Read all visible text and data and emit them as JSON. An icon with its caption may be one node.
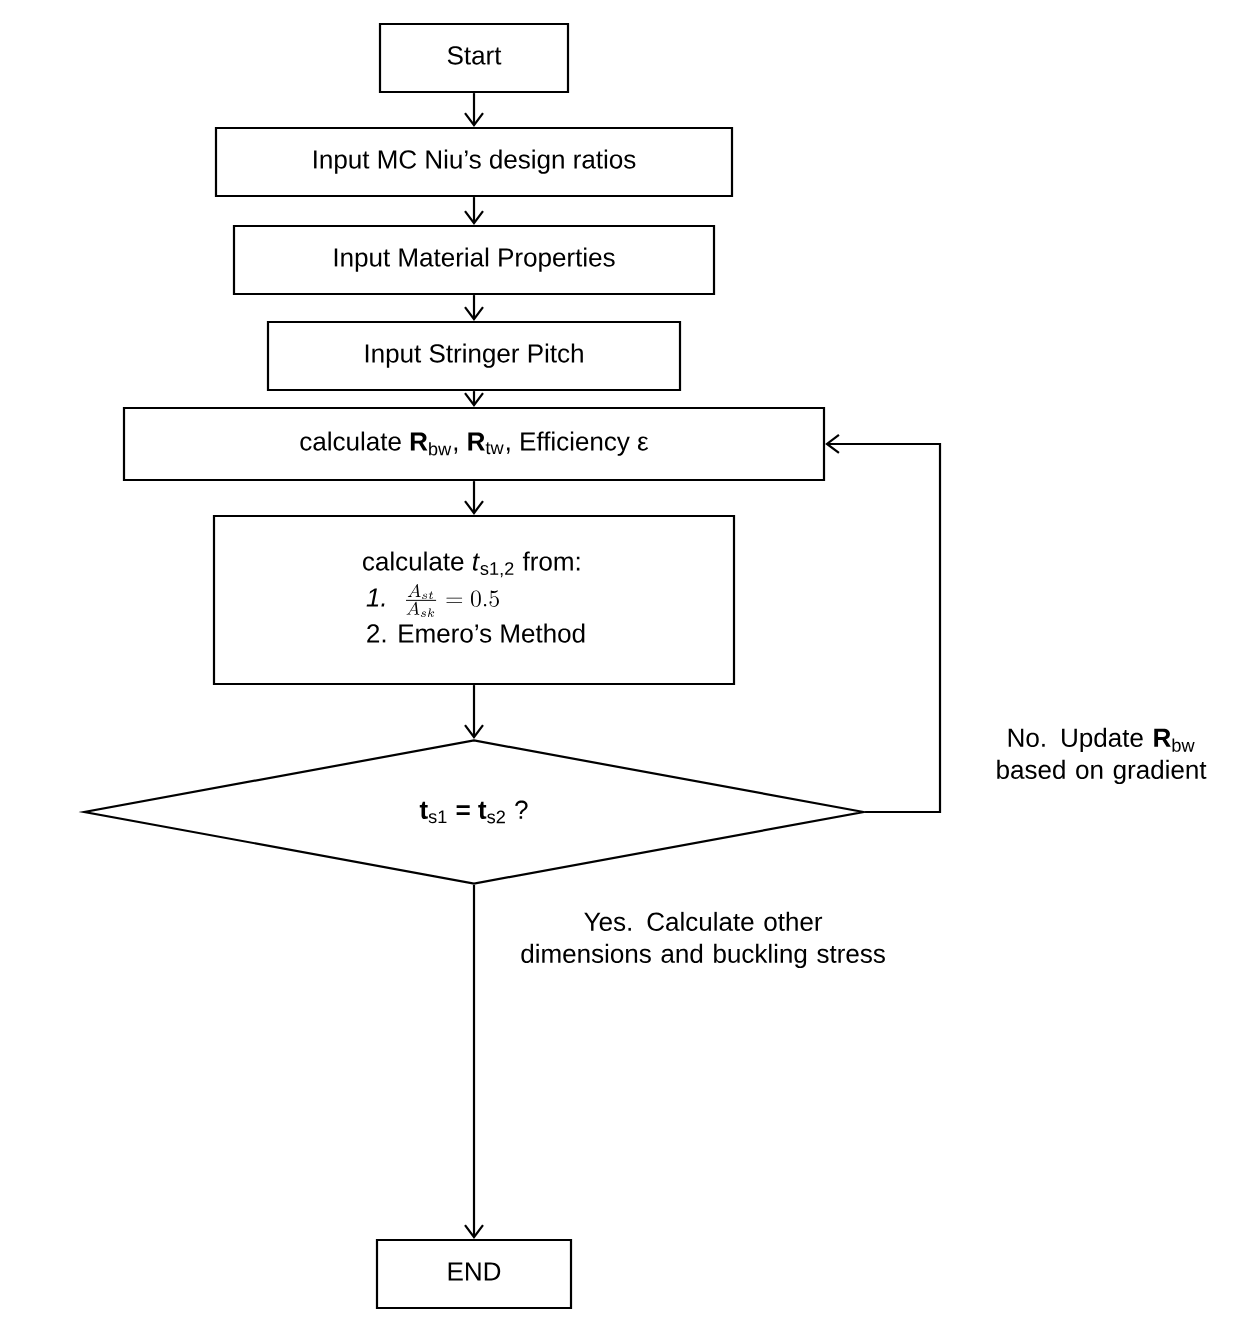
{
  "diagram": {
    "nodes": [
      {
        "text": [
          "Start"
        ]
      },
      {
        "text": [
          "Input MC Niu’s design ratios"
        ]
      },
      {
        "text": [
          "Input Material Properties"
        ]
      },
      {
        "text": [
          "Input Stringer Pitch"
        ]
      },
      {
        "text": [
          "calculate **R**$_{bw}$, **R**$_{tw}$, Efficiency ε"
        ]
      },
      {
        "text": [
          "calculate *t*$_{s1,2}$ from:",
          "1.",
          "\\frac{A_{st}}{A_{sk}}=0.5",
          "2. Emero’s Method"
        ]
      },
      {
        "text": [
          "**t**$_{s1}$ **=** **t**$_{s2}$ ?"
        ]
      },
      {
        "text": [
          "END"
        ]
      }
    ],
    "edges": [
      {
        "from": 0,
        "to": 1,
        "arrow": "to"
      },
      {
        "from": 1,
        "to": 2,
        "arrow": "to"
      },
      {
        "from": 2,
        "to": 3,
        "arrow": "to"
      },
      {
        "from": 3,
        "to": 4,
        "arrow": "to"
      },
      {
        "from": 4,
        "to": 5,
        "arrow": "to"
      },
      {
        "from": 5,
        "to": 6,
        "arrow": "to"
      },
      {
        "from": 6,
        "to": 4,
        "arrow": "to",
        "label": "No. Update **R**$_{bw}$ based on gradient"
      },
      {
        "from": 6,
        "to": 7,
        "arrow": "to",
        "label": "Yes. Calculate other dimensions and buckling stress"
      }
    ]
  }
}
